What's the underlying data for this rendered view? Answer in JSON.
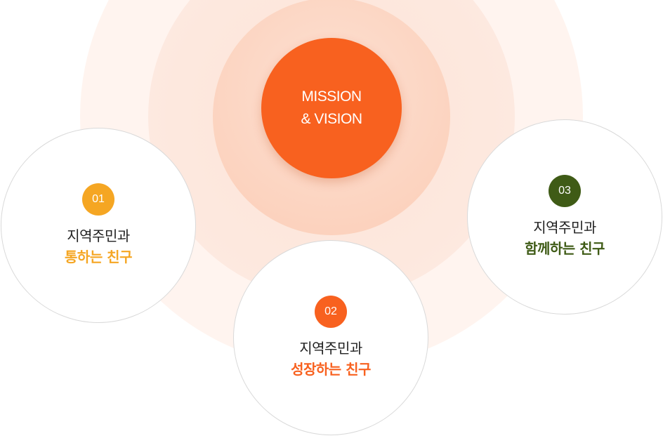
{
  "mission": {
    "line1": "MISSION",
    "line2": "& VISION"
  },
  "items": [
    {
      "number": "01",
      "line1": "지역주민과",
      "line2": "통하는 친구",
      "accent_color": "#f5a623"
    },
    {
      "number": "02",
      "line1": "지역주민과",
      "line2": "성장하는 친구",
      "accent_color": "#f8611f"
    },
    {
      "number": "03",
      "line1": "지역주민과",
      "line2": "함께하는 친구",
      "accent_color": "#3f5b16"
    }
  ],
  "colors": {
    "mission_fill": "#f8611f",
    "glow_outer": "#fff4ef",
    "glow_inner": "#fcd3bf",
    "card_border": "#d9d9d9",
    "text_dark": "#222222"
  }
}
